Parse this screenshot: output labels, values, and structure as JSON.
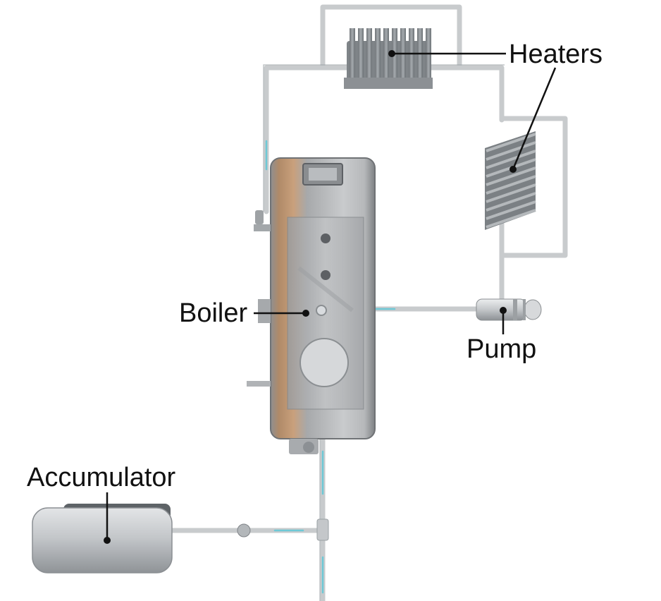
{
  "labels": {
    "heaters": "Heaters",
    "boiler": "Boiler",
    "pump": "Pump",
    "accumulator": "Accumulator"
  },
  "colors": {
    "pipe": "#c8cbcd",
    "pipe_edge": "#9aa0a4",
    "flow": "#6ec9d6",
    "metal_dark": "#7d8287",
    "metal_light": "#d9dcdf",
    "boiler_copper": "#b58a63",
    "leader": "#111111"
  }
}
